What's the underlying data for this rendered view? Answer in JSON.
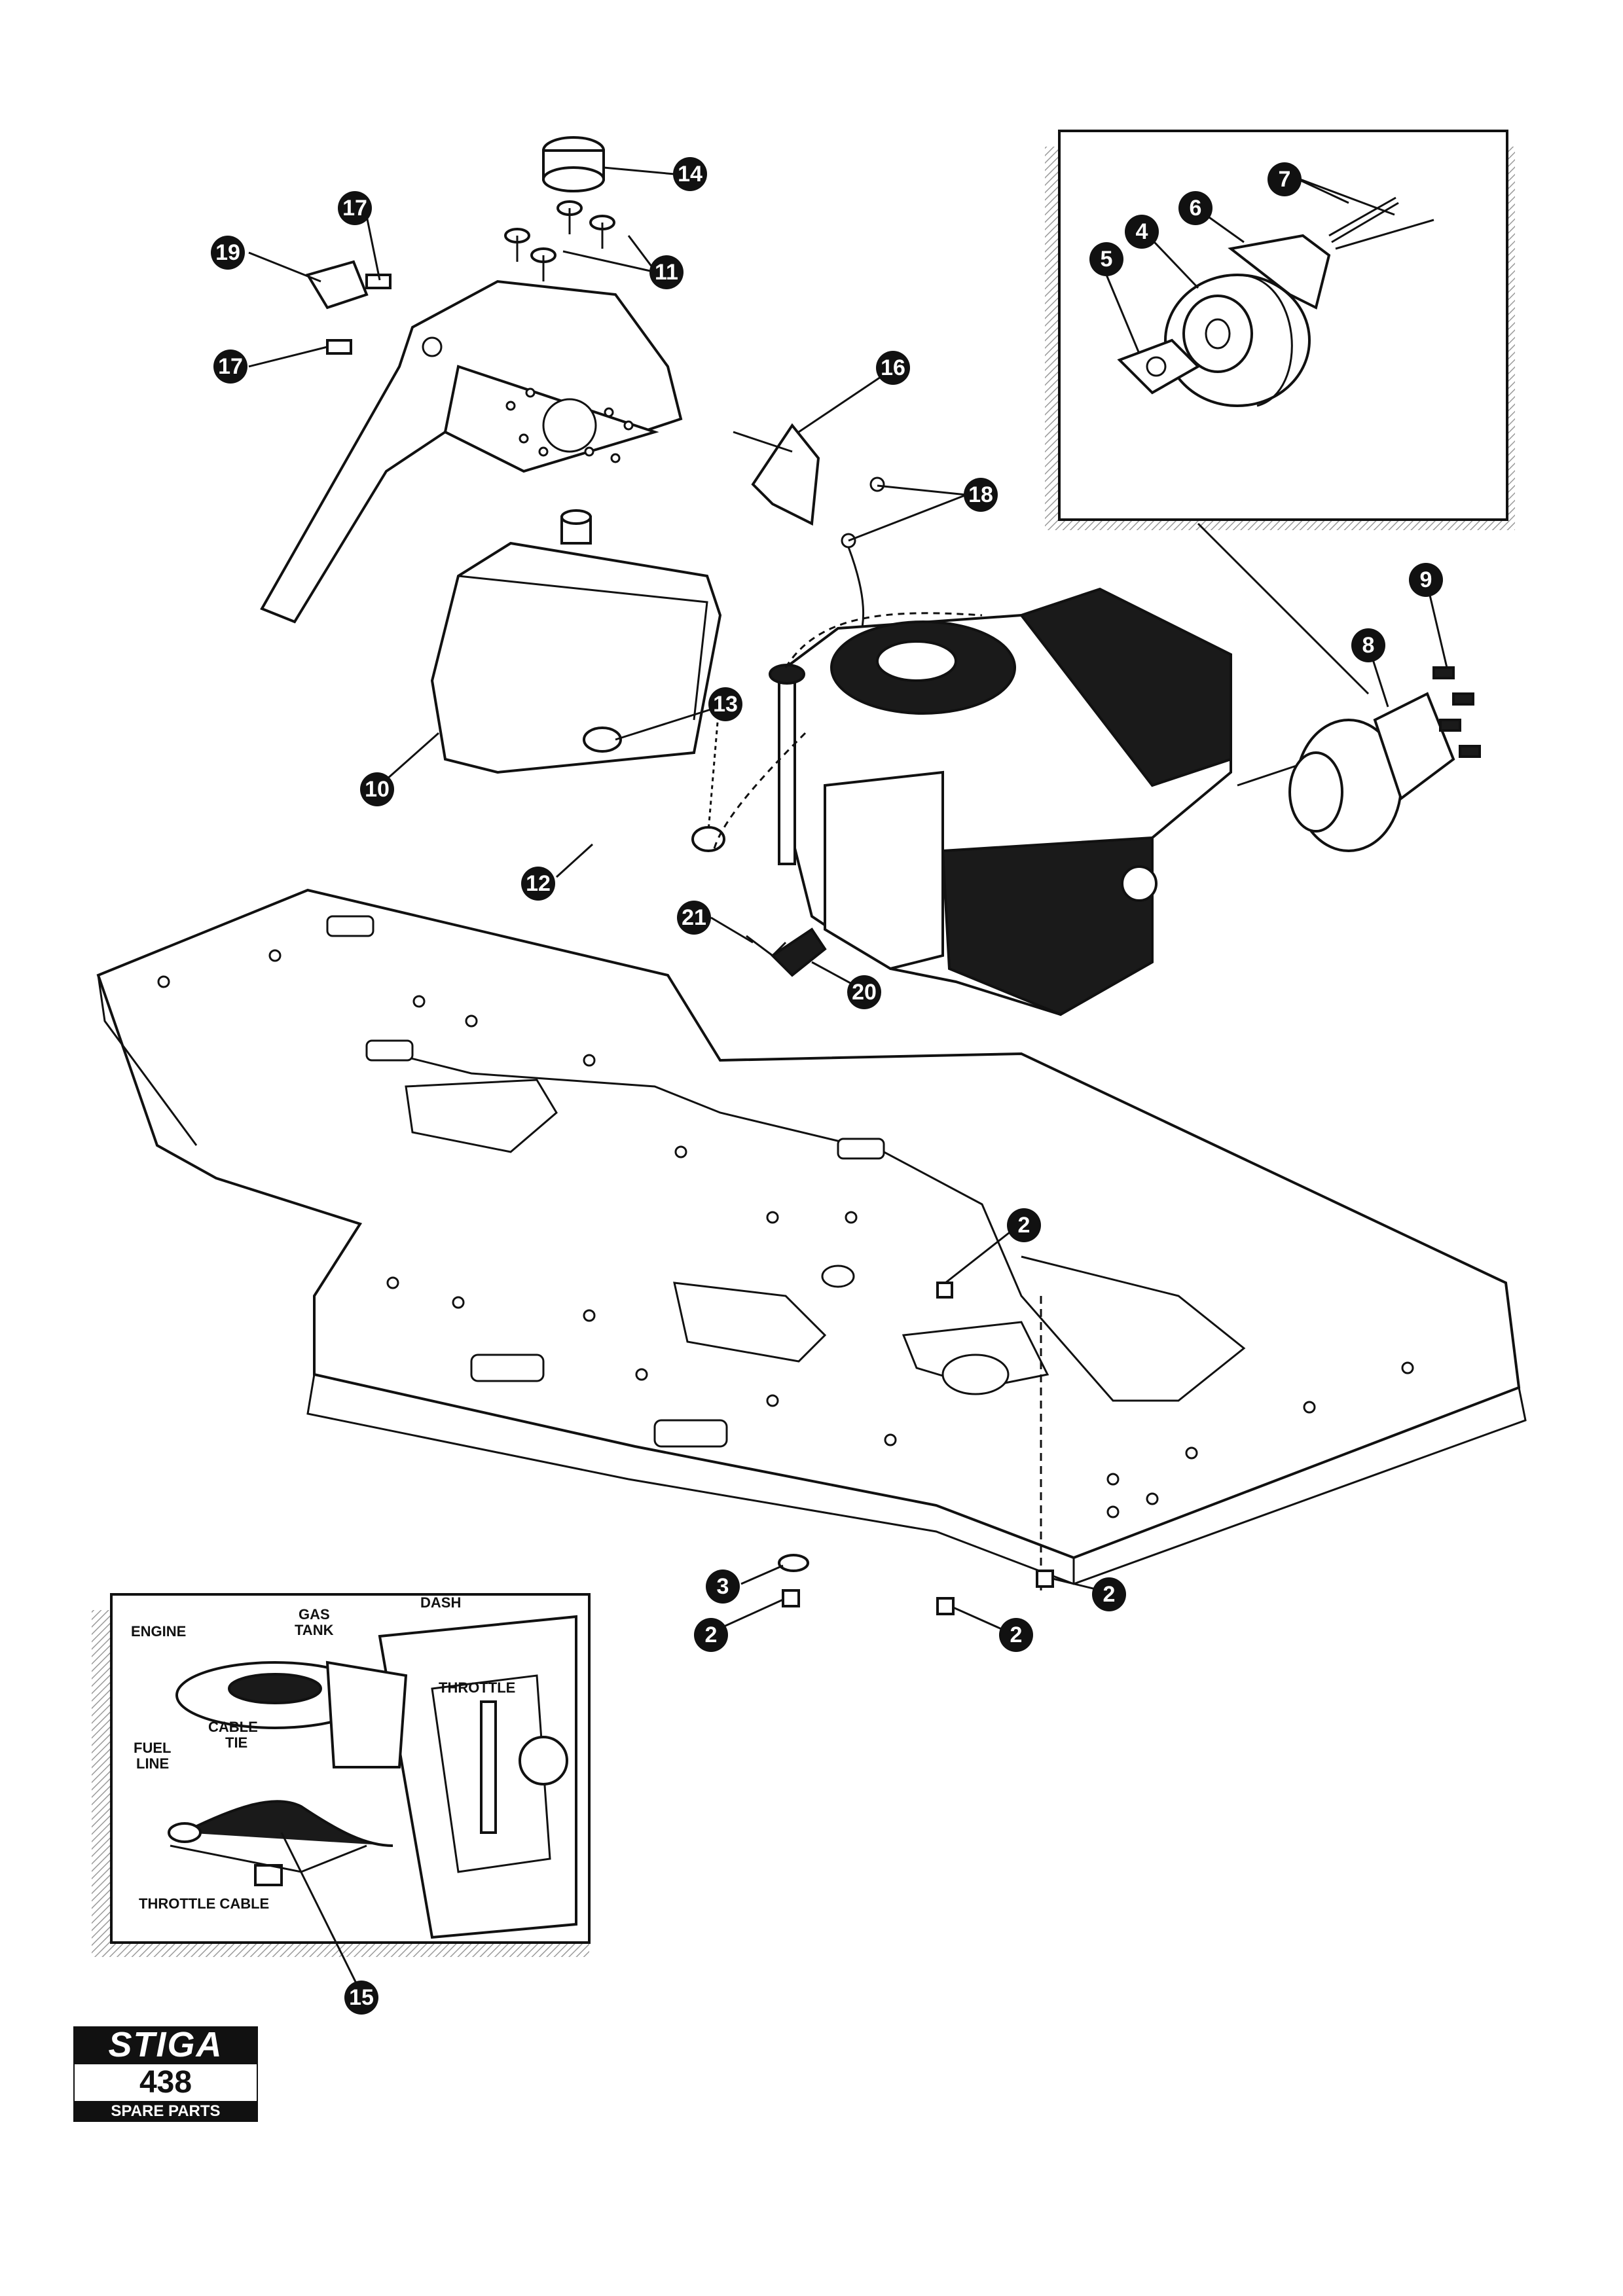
{
  "callouts": {
    "c14": "14",
    "c17a": "17",
    "c19": "19",
    "c11": "11",
    "c17b": "17",
    "c16": "16",
    "c18": "18",
    "c10": "10",
    "c13": "13",
    "c12": "12",
    "c21": "21",
    "c20": "20",
    "c7": "7",
    "c6": "6",
    "c4": "4",
    "c5": "5",
    "c9": "9",
    "c8": "8",
    "c2a": "2",
    "c3": "3",
    "c2b": "2",
    "c2c": "2",
    "c2d": "2",
    "c15": "15"
  },
  "inset": {
    "engine": "ENGINE",
    "gas_tank_1": "GAS",
    "gas_tank_2": "TANK",
    "dash": "DASH",
    "throttle": "THROTTLE",
    "cable_tie_1": "CABLE",
    "cable_tie_2": "TIE",
    "fuel_line_1": "FUEL",
    "fuel_line_2": "LINE",
    "throttle_cable": "THROTTLE CABLE"
  },
  "logo": {
    "brand": "STIGA",
    "model": "438",
    "caption": "SPARE PARTS"
  },
  "colors": {
    "ink": "#111111",
    "paper": "#ffffff",
    "hatch": "#9a9a9a"
  }
}
